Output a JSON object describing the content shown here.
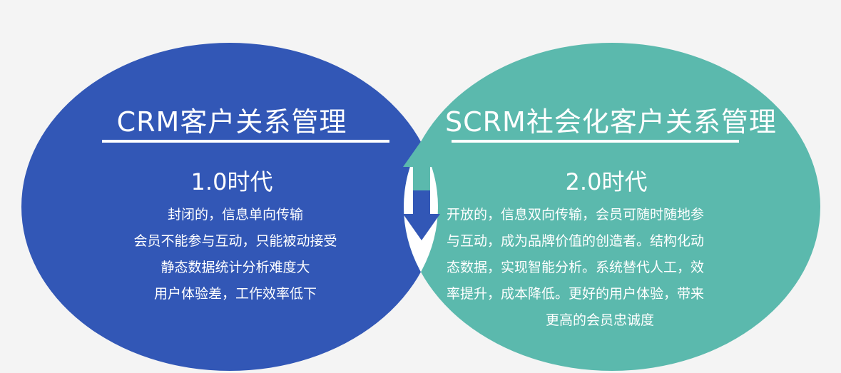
{
  "colors": {
    "background": "#f4f4f4",
    "left_circle": "#3257b6",
    "right_circle": "#5bb9ad",
    "arrow_up": "#5bb9ad",
    "arrow_down": "#3257b6",
    "text": "#ffffff"
  },
  "left": {
    "title": "CRM客户关系管理",
    "era": "1.0时代",
    "lines": [
      "封闭的，信息单向传输",
      "会员不能参与互动，只能被动接受",
      "静态数据统计分析难度大",
      "用户体验差，工作效率低下"
    ]
  },
  "right": {
    "title": "SCRM社会化客户关系管理",
    "era": "2.0时代",
    "lines": [
      "开放的，信息双向传输，会员可随时随地参",
      "与互动，成为品牌价值的创造者。结构化动",
      "态数据，实现智能分析。系统替代人工，效",
      "率提升，成本降低。更好的用户体验，带来",
      "更高的会员忠诚度"
    ]
  },
  "center_arrow": {
    "icon": "up-down-arrow-icon"
  }
}
